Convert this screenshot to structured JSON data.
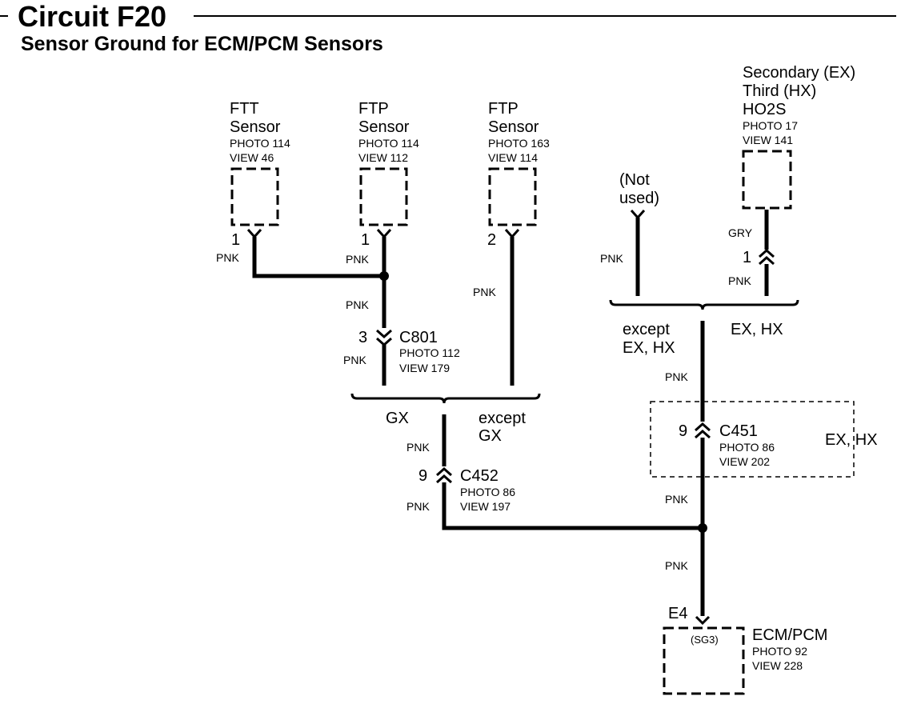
{
  "title": "Circuit F20",
  "subtitle": "Sensor Ground for ECM/PCM Sensors",
  "components": {
    "ftt_sensor": {
      "line1": "FTT",
      "line2": "Sensor",
      "photo": "PHOTO 114",
      "view": "VIEW 46",
      "pin": "1",
      "wire": "PNK"
    },
    "ftp_sensor_1": {
      "line1": "FTP",
      "line2": "Sensor",
      "photo": "PHOTO 114",
      "view": "VIEW 112",
      "pin": "1",
      "wire": "PNK"
    },
    "ftp_sensor_2": {
      "line1": "FTP",
      "line2": "Sensor",
      "photo": "PHOTO 163",
      "view": "VIEW 114",
      "pin": "2",
      "wire": "PNK"
    },
    "not_used": {
      "line1": "(Not",
      "line2": "used)",
      "wire": "PNK"
    },
    "ho2s": {
      "line1": "Secondary (EX)",
      "line2": "Third (HX)",
      "line3": "HO2S",
      "photo": "PHOTO 17",
      "view": "VIEW 141",
      "wire_top": "GRY",
      "pin": "1",
      "wire_bottom": "PNK"
    },
    "ecm_pcm": {
      "name": "ECM/PCM",
      "photo": "PHOTO 92",
      "view": "VIEW 228",
      "pin": "E4",
      "signal": "(SG3)",
      "wire": "PNK"
    }
  },
  "connectors": {
    "c801": {
      "name": "C801",
      "pin": "3",
      "photo": "PHOTO 112",
      "view": "VIEW 179",
      "wire_top": "PNK",
      "wire_bottom": "PNK"
    },
    "c452": {
      "name": "C452",
      "pin": "9",
      "photo": "PHOTO 86",
      "view": "VIEW 197",
      "wire_top": "PNK",
      "wire_bottom": "PNK"
    },
    "c451": {
      "name": "C451",
      "pin": "9",
      "photo": "PHOTO 86",
      "view": "VIEW 202",
      "wire_top": "PNK",
      "wire_bottom": "PNK",
      "box_label": "EX, HX"
    }
  },
  "branches": {
    "left_gx": "GX",
    "left_except_1": "except",
    "left_except_2": "GX",
    "right_except_1": "except",
    "right_except_2": "EX, HX",
    "right_exhx": "EX, HX"
  }
}
